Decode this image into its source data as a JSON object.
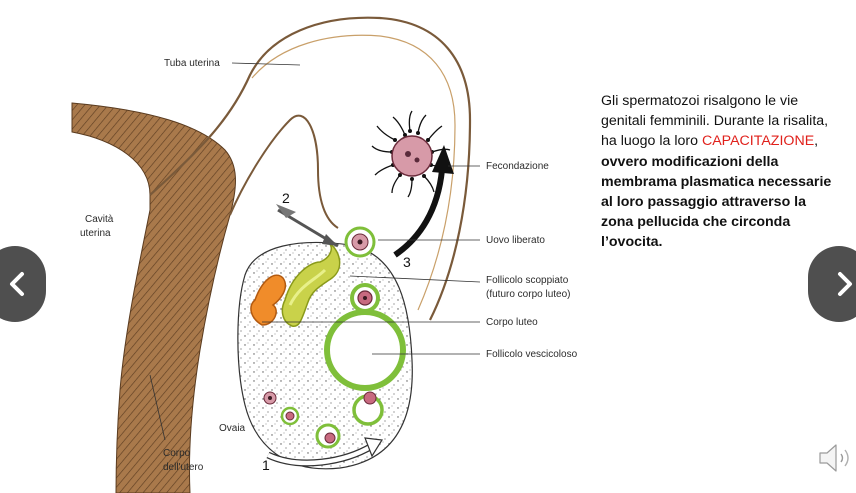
{
  "diagram": {
    "labels": {
      "tuba": "Tuba uterina",
      "cavita": [
        "Cavità",
        "uterina"
      ],
      "fecondazione": "Fecondazione",
      "uovo": "Uovo liberato",
      "follicolo_scoppiato": [
        "Follicolo scoppiato",
        "(futuro corpo luteo)"
      ],
      "corpo_luteo": "Corpo luteo",
      "follicolo_vescicoloso": "Follicolo vescicoloso",
      "ovaia": "Ovaia",
      "corpo_utero": [
        "Corpo",
        "dell'utero"
      ]
    },
    "step_numbers": [
      "1",
      "2",
      "3"
    ]
  },
  "caption": {
    "intro": "Gli spermatozoi risalgono le vie genitali femminili. Durante la risalita, ha luogo la loro ",
    "highlight": "CAPACITAZIONE",
    "separator": ", ",
    "bold": "ovvero modificazioni della membrama plasmatica necessarie al loro passaggio attraverso la zona pellucida che circonda l’ovocita."
  },
  "controls": {
    "prev_icon": "chevron-left-icon",
    "next_icon": "chevron-right-icon",
    "audio_icon": "speaker-icon"
  },
  "colors": {
    "highlight": "#e0201b",
    "uterus_wall": "#9a6a3f",
    "corpus_luteum_orange": "#f08c2a",
    "ruptured_follicle_yellow": "#c9d24a",
    "follicle_green": "#7fbf3a",
    "ovum_pink": "#d79aa8",
    "nav_button": "#2b2b2b"
  }
}
